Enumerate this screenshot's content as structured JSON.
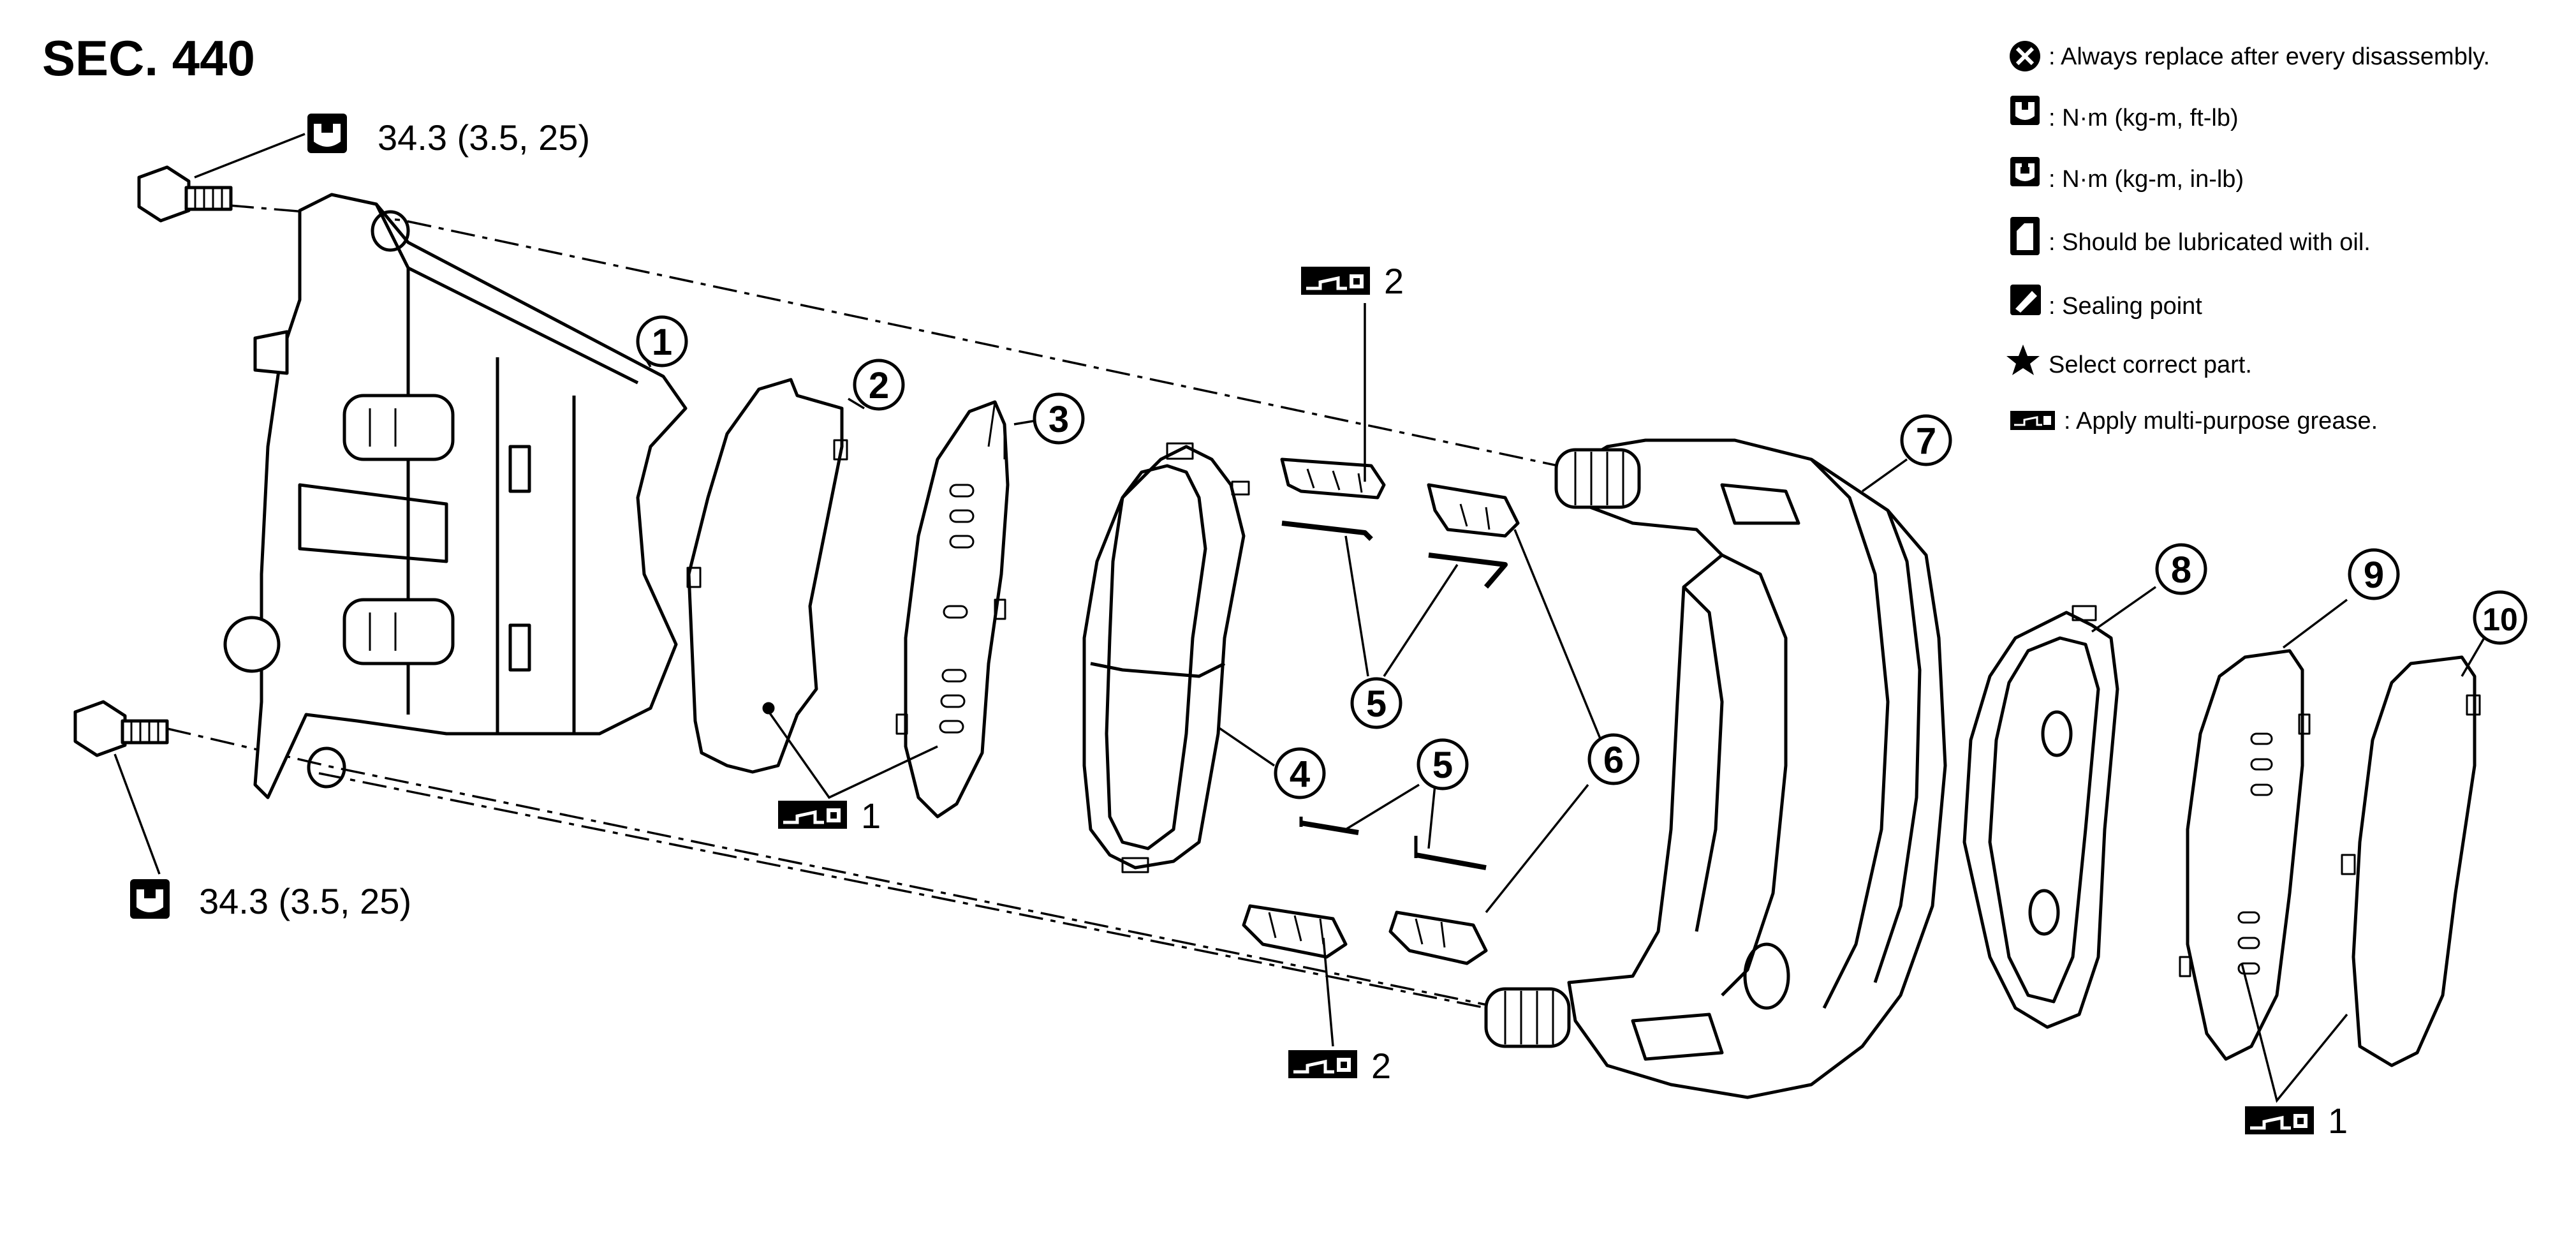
{
  "section": "SEC. 440",
  "torque_specs": {
    "upper": "34.3 (3.5, 25)",
    "lower": "34.3 (3.5, 25)"
  },
  "legend": {
    "items": [
      {
        "icon": "replace-after-disassembly-icon",
        "text": ": Always replace after every disassembly."
      },
      {
        "icon": "torque-ft-lb-icon",
        "text": ": N·m (kg-m, ft-lb)"
      },
      {
        "icon": "torque-in-lb-icon",
        "text": ": N·m (kg-m, in-lb)"
      },
      {
        "icon": "oil-lubrication-icon",
        "text": ": Should be lubricated with oil."
      },
      {
        "icon": "sealing-point-icon",
        "text": ": Sealing point"
      },
      {
        "icon": "star-icon",
        "text": "Select correct part."
      },
      {
        "icon": "grease-icon",
        "text": ": Apply multi-purpose grease."
      }
    ]
  },
  "callouts": [
    "1",
    "2",
    "3",
    "4",
    "5",
    "5",
    "6",
    "7",
    "8",
    "9",
    "10"
  ],
  "grease_markers": {
    "top_center": "2",
    "left_pad": "1",
    "bottom_center": "2",
    "right_pad": "1"
  }
}
